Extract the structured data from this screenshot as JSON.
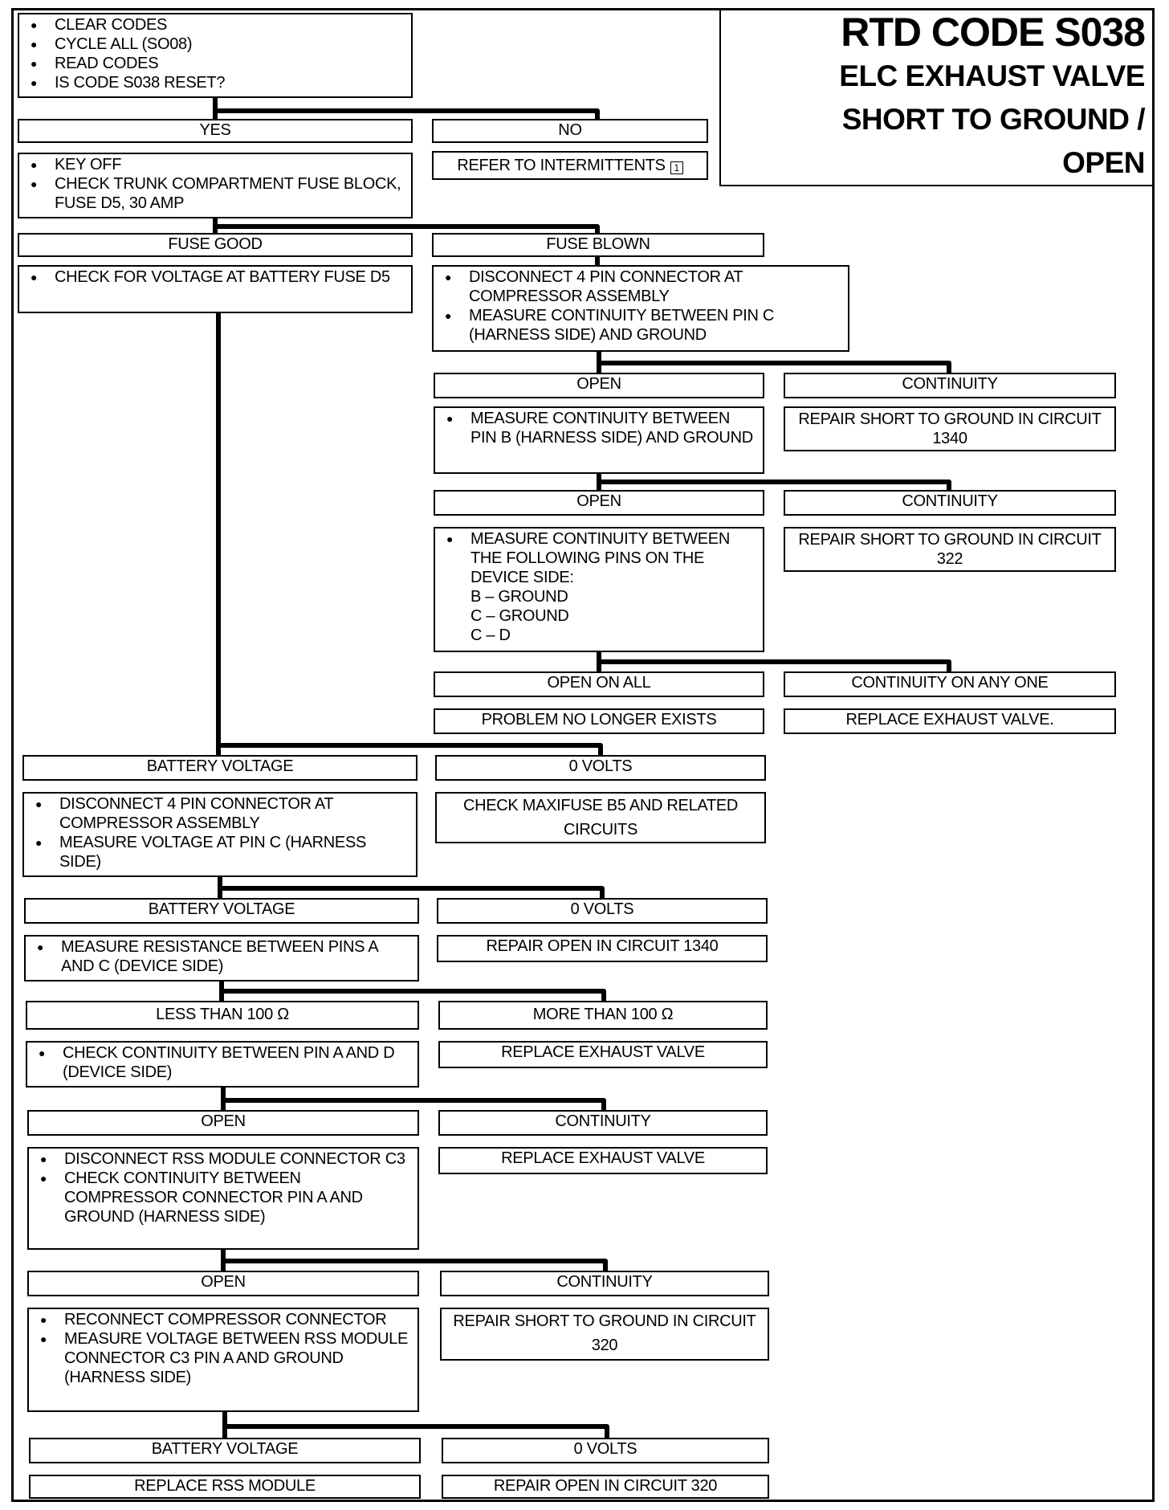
{
  "header": {
    "title": "RTD CODE S038",
    "subtitle_lines": [
      "ELC EXHAUST VALVE",
      "SHORT TO GROUND /",
      "OPEN"
    ]
  },
  "icons": {
    "reference": "1"
  },
  "nodes": {
    "n0": {
      "items": [
        "CLEAR CODES",
        "CYCLE ALL (SO08)",
        "READ CODES",
        "IS CODE S038 RESET?"
      ]
    },
    "yes": "YES",
    "no": "NO",
    "no_action": "REFER TO INTERMITTENTS",
    "n1": {
      "items": [
        "KEY OFF",
        "CHECK TRUNK COMPARTMENT FUSE BLOCK, FUSE D5, 30 AMP"
      ]
    },
    "fuse_good": "FUSE GOOD",
    "fuse_blown": "FUSE BLOWN",
    "n2": {
      "items": [
        "CHECK FOR VOLTAGE AT BATTERY FUSE D5"
      ]
    },
    "n3": {
      "items": [
        "DISCONNECT 4 PIN CONNECTOR AT COMPRESSOR ASSEMBLY",
        "MEASURE CONTINUITY BETWEEN PIN C (HARNESS SIDE) AND GROUND"
      ]
    },
    "open1": "OPEN",
    "cont1": "CONTINUITY",
    "n4": {
      "items": [
        "MEASURE CONTINUITY BETWEEN PIN B (HARNESS SIDE) AND GROUND"
      ]
    },
    "repair_1340": "REPAIR SHORT TO GROUND IN CIRCUIT 1340",
    "open2": "OPEN",
    "cont2": "CONTINUITY",
    "n5": {
      "items": [
        "MEASURE CONTINUITY BETWEEN THE FOLLOWING PINS ON THE DEVICE SIDE:"
      ],
      "pins": "B – GROUND\nC – GROUND\nC – D"
    },
    "repair_322": "REPAIR SHORT TO GROUND IN CIRCUIT 322",
    "open_all": "OPEN ON ALL",
    "cont_any": "CONTINUITY ON ANY ONE",
    "no_longer": "PROBLEM NO LONGER EXISTS",
    "replace_valve_1": "REPLACE EXHAUST VALVE.",
    "batt1": "BATTERY VOLTAGE",
    "zero1": "0 VOLTS",
    "n6": {
      "items": [
        "DISCONNECT 4 PIN CONNECTOR AT COMPRESSOR ASSEMBLY",
        "MEASURE VOLTAGE AT PIN C (HARNESS SIDE)"
      ]
    },
    "maxifuse": "CHECK MAXIFUSE B5 AND RELATED CIRCUITS",
    "batt2": "BATTERY VOLTAGE",
    "zero2": "0 VOLTS",
    "n7": {
      "items": [
        "MEASURE RESISTANCE BETWEEN PINS A AND C (DEVICE SIDE)"
      ]
    },
    "repair_open_1340": "REPAIR OPEN IN CIRCUIT 1340",
    "less100": "LESS THAN 100 Ω",
    "more100": "MORE THAN 100 Ω",
    "n8": {
      "items": [
        "CHECK CONTINUITY BETWEEN PIN A AND D (DEVICE SIDE)"
      ]
    },
    "replace_valve_2": "REPLACE EXHAUST VALVE",
    "open3": "OPEN",
    "cont3": "CONTINUITY",
    "n9": {
      "items": [
        "DISCONNECT RSS MODULE CONNECTOR C3",
        "CHECK CONTINUITY BETWEEN COMPRESSOR CONNECTOR PIN A AND GROUND (HARNESS SIDE)"
      ]
    },
    "replace_valve_3": "REPLACE EXHAUST VALVE",
    "open4": "OPEN",
    "cont4": "CONTINUITY",
    "n10": {
      "items": [
        "RECONNECT COMPRESSOR CONNECTOR",
        "MEASURE VOLTAGE BETWEEN RSS MODULE CONNECTOR C3 PIN A AND GROUND (HARNESS SIDE)"
      ]
    },
    "repair_320": "REPAIR SHORT TO GROUND IN CIRCUIT 320",
    "batt3": "BATTERY VOLTAGE",
    "zero3": "0 VOLTS",
    "replace_rss": "REPLACE RSS MODULE",
    "repair_open_320": "REPAIR OPEN IN CIRCUIT 320"
  }
}
